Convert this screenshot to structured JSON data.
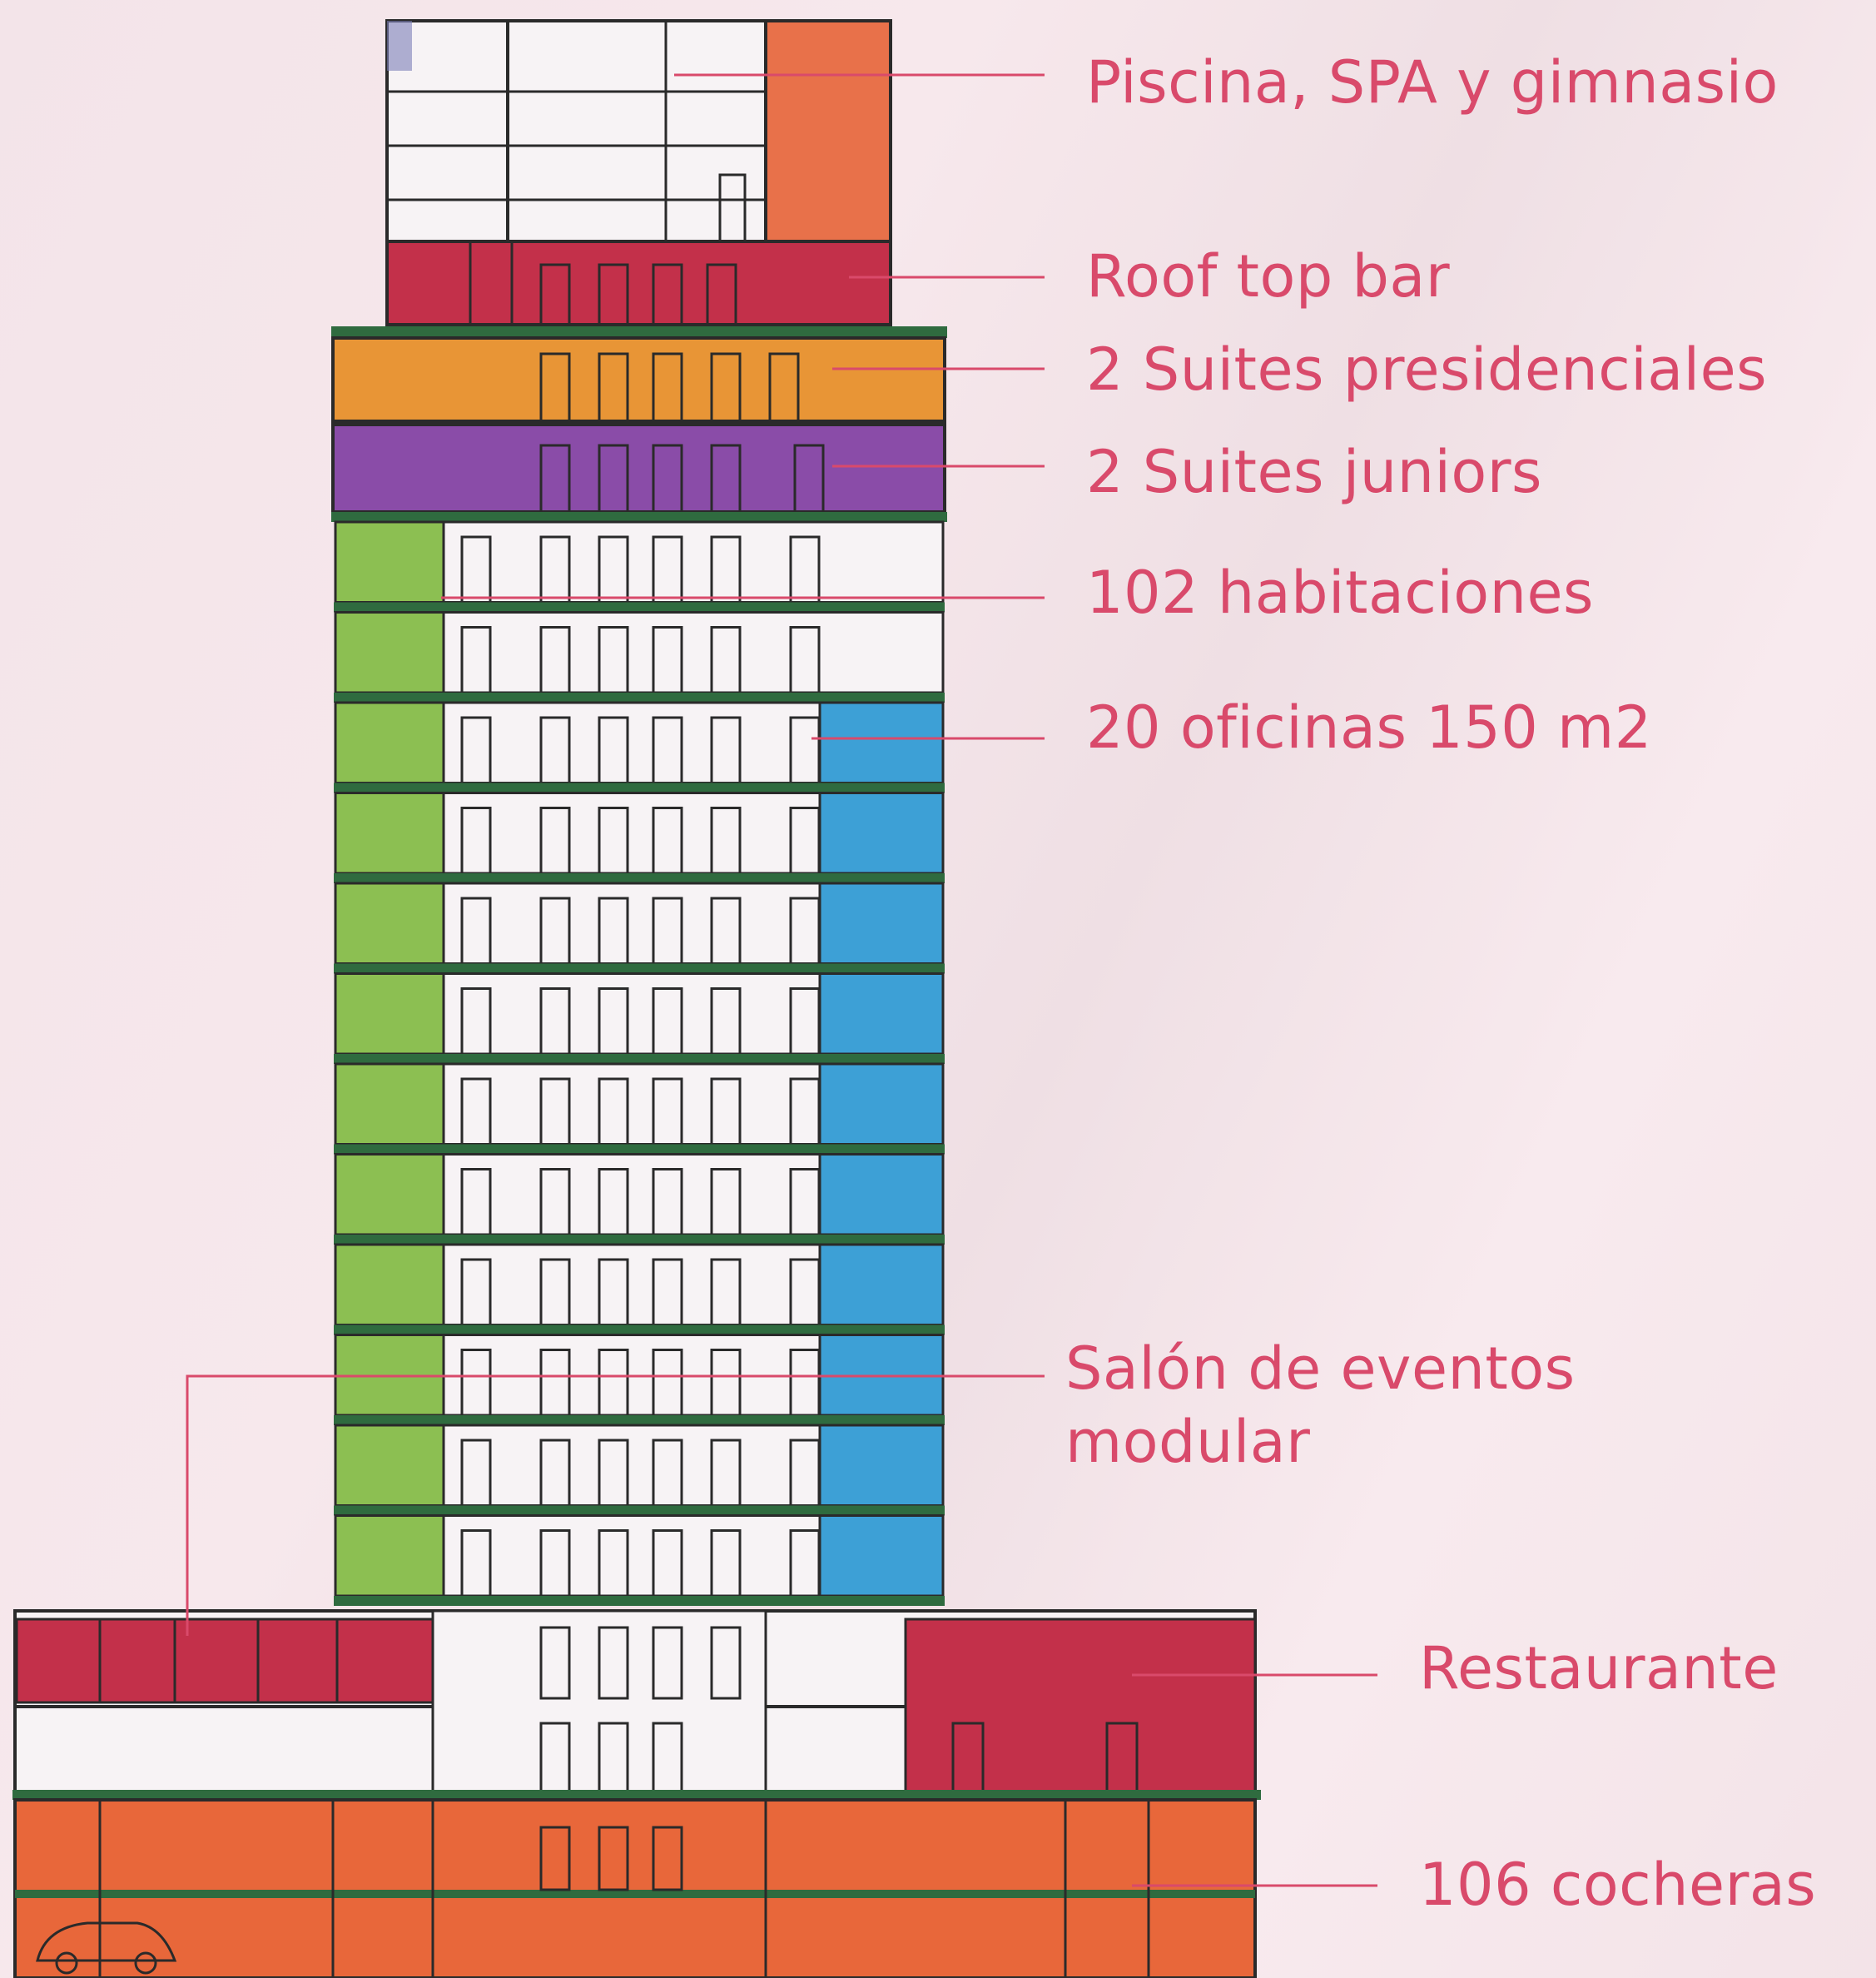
{
  "labels": {
    "piscina": "Piscina, SPA y gimnasio",
    "roof": "Roof top bar",
    "suites_presidenciales": "2 Suites presidenciales",
    "suites_juniors": "2 Suites juniors",
    "habitaciones": "102 habitaciones",
    "oficinas": "20 oficinas 150 m2",
    "salon_line1": "Salón de eventos",
    "salon_line2": "modular",
    "restaurante": "Restaurante",
    "cocheras": "106 cocheras"
  },
  "colors": {
    "label_text": "#d94a6b",
    "leader_line": "#d94a6b",
    "piscina_zone": "#e8714a",
    "roof_bar_zone": "#c3304a",
    "suites_presidenciales_zone": "#e89536",
    "suites_juniors_zone": "#8a4ca8",
    "habitaciones_zone": "#8cbf52",
    "oficinas_zone": "#3da0d6",
    "salon_zone": "#c3304a",
    "restaurante_zone": "#c3304a",
    "cocheras_zone": "#e8673a",
    "slab": "#2f6b3f",
    "room_fill": "#f7f3f5",
    "outline": "#2a2a2a"
  }
}
